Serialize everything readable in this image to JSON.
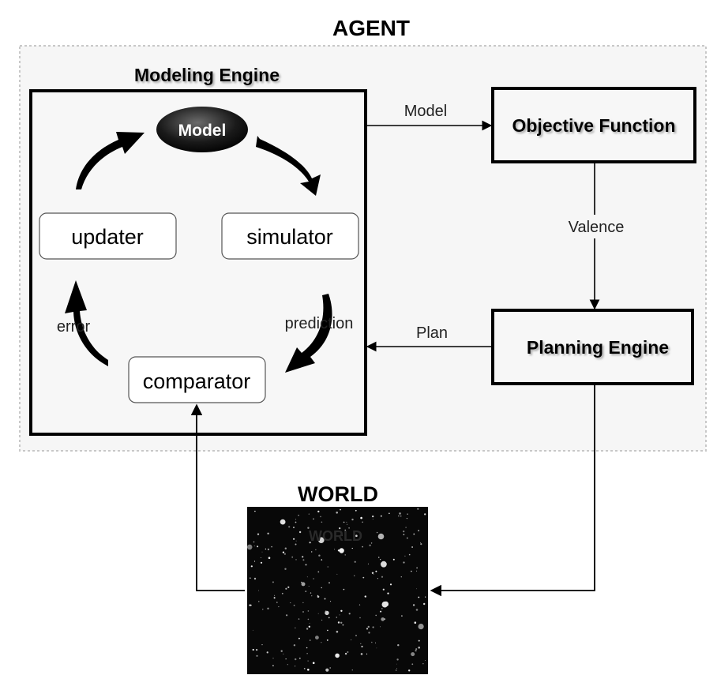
{
  "agent": {
    "title": "AGENT"
  },
  "modeling_engine": {
    "title": "Modeling Engine",
    "model_node": "Model",
    "simulator": "simulator",
    "updater": "updater",
    "comparator": "comparator",
    "prediction_label": "prediction",
    "error_label": "error"
  },
  "objective_function": {
    "title": "Objective Function"
  },
  "planning_engine": {
    "title": "Planning Engine"
  },
  "edges": {
    "model": "Model",
    "valence": "Valence",
    "plan": "Plan"
  },
  "world": {
    "title": "WORLD",
    "image_text": "WORLD"
  },
  "colors": {
    "agent_bg": "#f6f6f6",
    "agent_border": "#c8c8c8",
    "model_node_fill": "#1a1a1a",
    "world_bg": "#080808"
  }
}
